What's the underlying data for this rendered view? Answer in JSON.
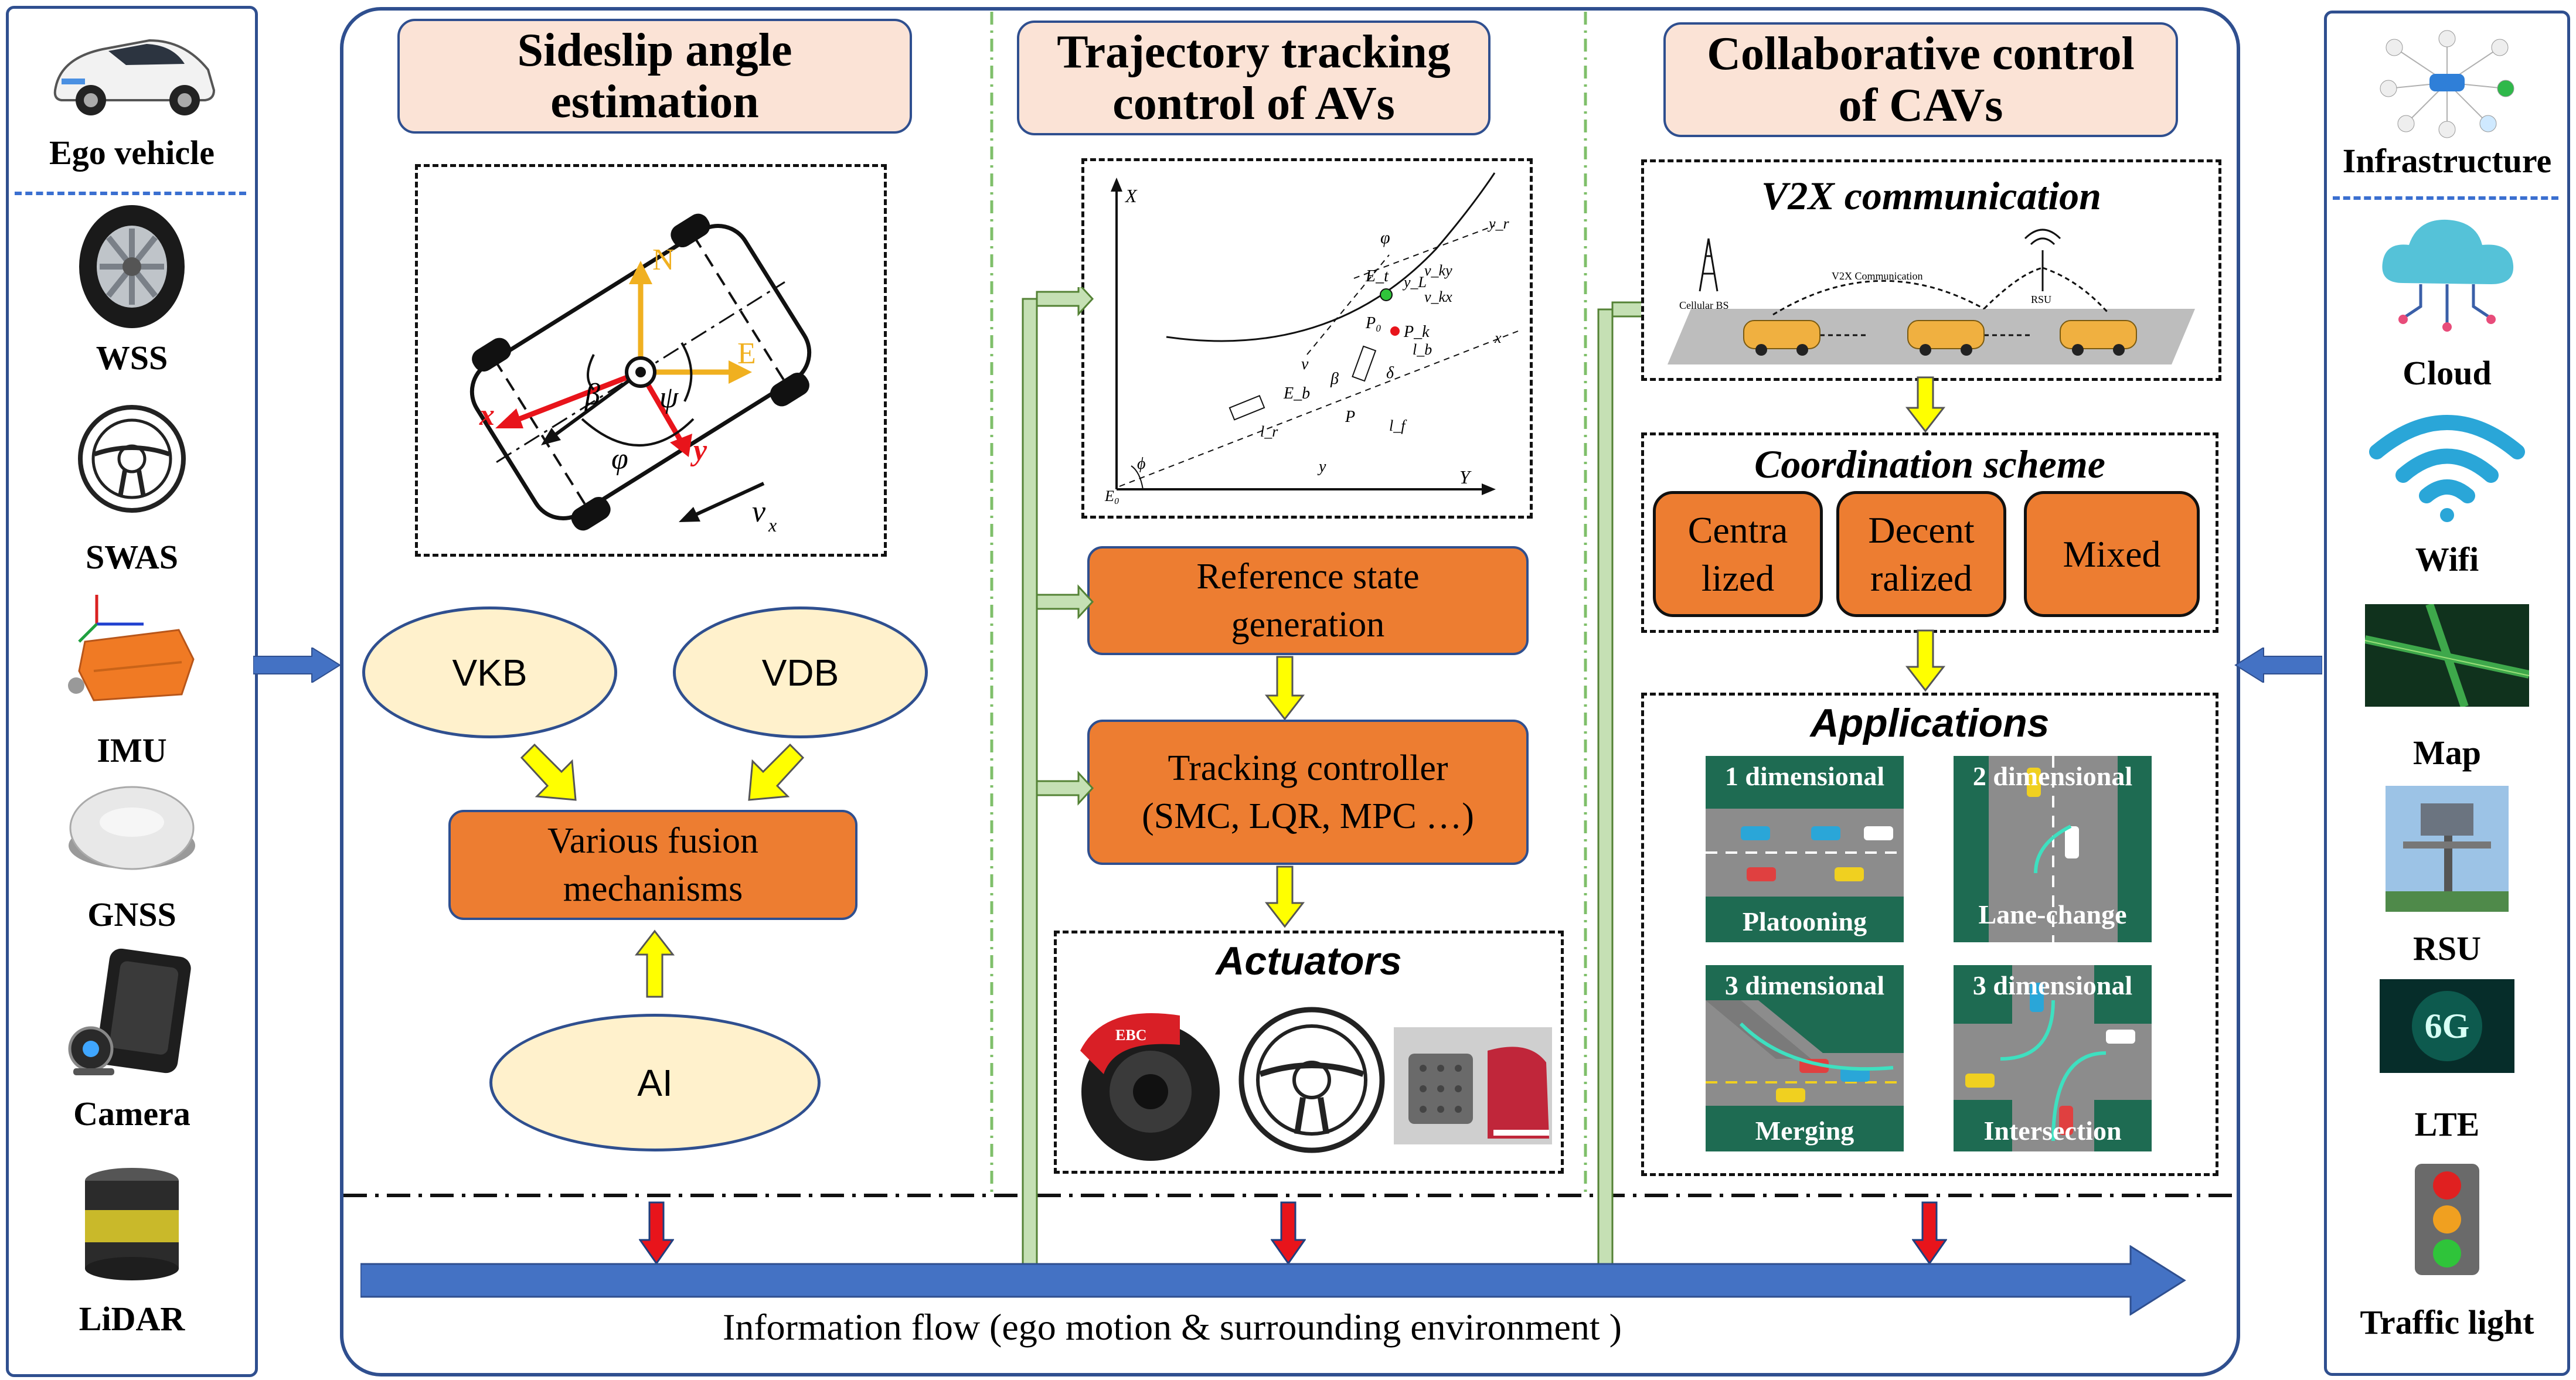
{
  "left_panel": {
    "items": [
      {
        "label": "Ego vehicle",
        "icon": "car-icon"
      },
      {
        "label": "WSS",
        "icon": "tire-icon"
      },
      {
        "label": "SWAS",
        "icon": "steering-wheel-icon"
      },
      {
        "label": "IMU",
        "icon": "imu-icon"
      },
      {
        "label": "GNSS",
        "icon": "gnss-antenna-icon"
      },
      {
        "label": "Camera",
        "icon": "camera-icon"
      },
      {
        "label": "LiDAR",
        "icon": "lidar-icon"
      }
    ]
  },
  "right_panel": {
    "items": [
      {
        "label": "Infrastructure",
        "icon": "infrastructure-network-icon"
      },
      {
        "label": "Cloud",
        "icon": "cloud-icon"
      },
      {
        "label": "Wifi",
        "icon": "wifi-icon"
      },
      {
        "label": "Map",
        "icon": "map-icon"
      },
      {
        "label": "RSU",
        "icon": "rsu-icon"
      },
      {
        "label": "LTE",
        "icon": "lte-icon"
      },
      {
        "label": "Traffic light",
        "icon": "traffic-light-icon"
      }
    ]
  },
  "col1": {
    "title_line1": "Sideslip angle",
    "title_line2": "estimation",
    "diagram": {
      "north": "N",
      "east": "E",
      "x": "x",
      "y": "y",
      "beta": "β",
      "psi": "ψ",
      "phi": "φ",
      "vx": "v",
      "vx_sub": "x"
    },
    "vkb": "VKB",
    "vdb": "VDB",
    "fusion_line1": "Various fusion",
    "fusion_line2": "mechanisms",
    "ai": "AI"
  },
  "col2": {
    "title_line1": "Trajectory tracking",
    "title_line2": "control of AVs",
    "reference_line1": "Reference state",
    "reference_line2": "generation",
    "tracking_line1": "Tracking controller",
    "tracking_line2": "(SMC, LQR, MPC …)",
    "actuators": "Actuators"
  },
  "col3": {
    "title_line1": "Collaborative control",
    "title_line2": "of CAVs",
    "v2x": "V2X communication",
    "cellular": "Cellular BS",
    "v2x_link": "V2X Communication",
    "rsu": "RSU",
    "coordination": "Coordination scheme",
    "centra_line1": "Centra",
    "centra_line2": "lized",
    "decent_line1": "Decent",
    "decent_line2": "ralized",
    "mixed": "Mixed",
    "applications": "Applications",
    "apps": [
      {
        "top": "1 dimensional",
        "bottom": "Platooning"
      },
      {
        "top": "2 dimensional",
        "bottom": "Lane-change"
      },
      {
        "top": "3 dimensional",
        "bottom": "Merging"
      },
      {
        "top": "3 dimensional",
        "bottom": "Intersection"
      }
    ]
  },
  "footer": {
    "information_flow": "Information flow (ego motion & surrounding environment )"
  },
  "colors": {
    "frame_blue": "#2f4f8f",
    "arrow_blue": "#4472c4",
    "title_fill": "#fbe3d6",
    "orange": "#ed7d31",
    "ellipse_fill": "#fff1cc",
    "yellow_arrow": "#ffff00",
    "red_arrow": "#e8141b",
    "green_arrow": "#c5e0b4",
    "tile_green": "#1e6b52"
  }
}
